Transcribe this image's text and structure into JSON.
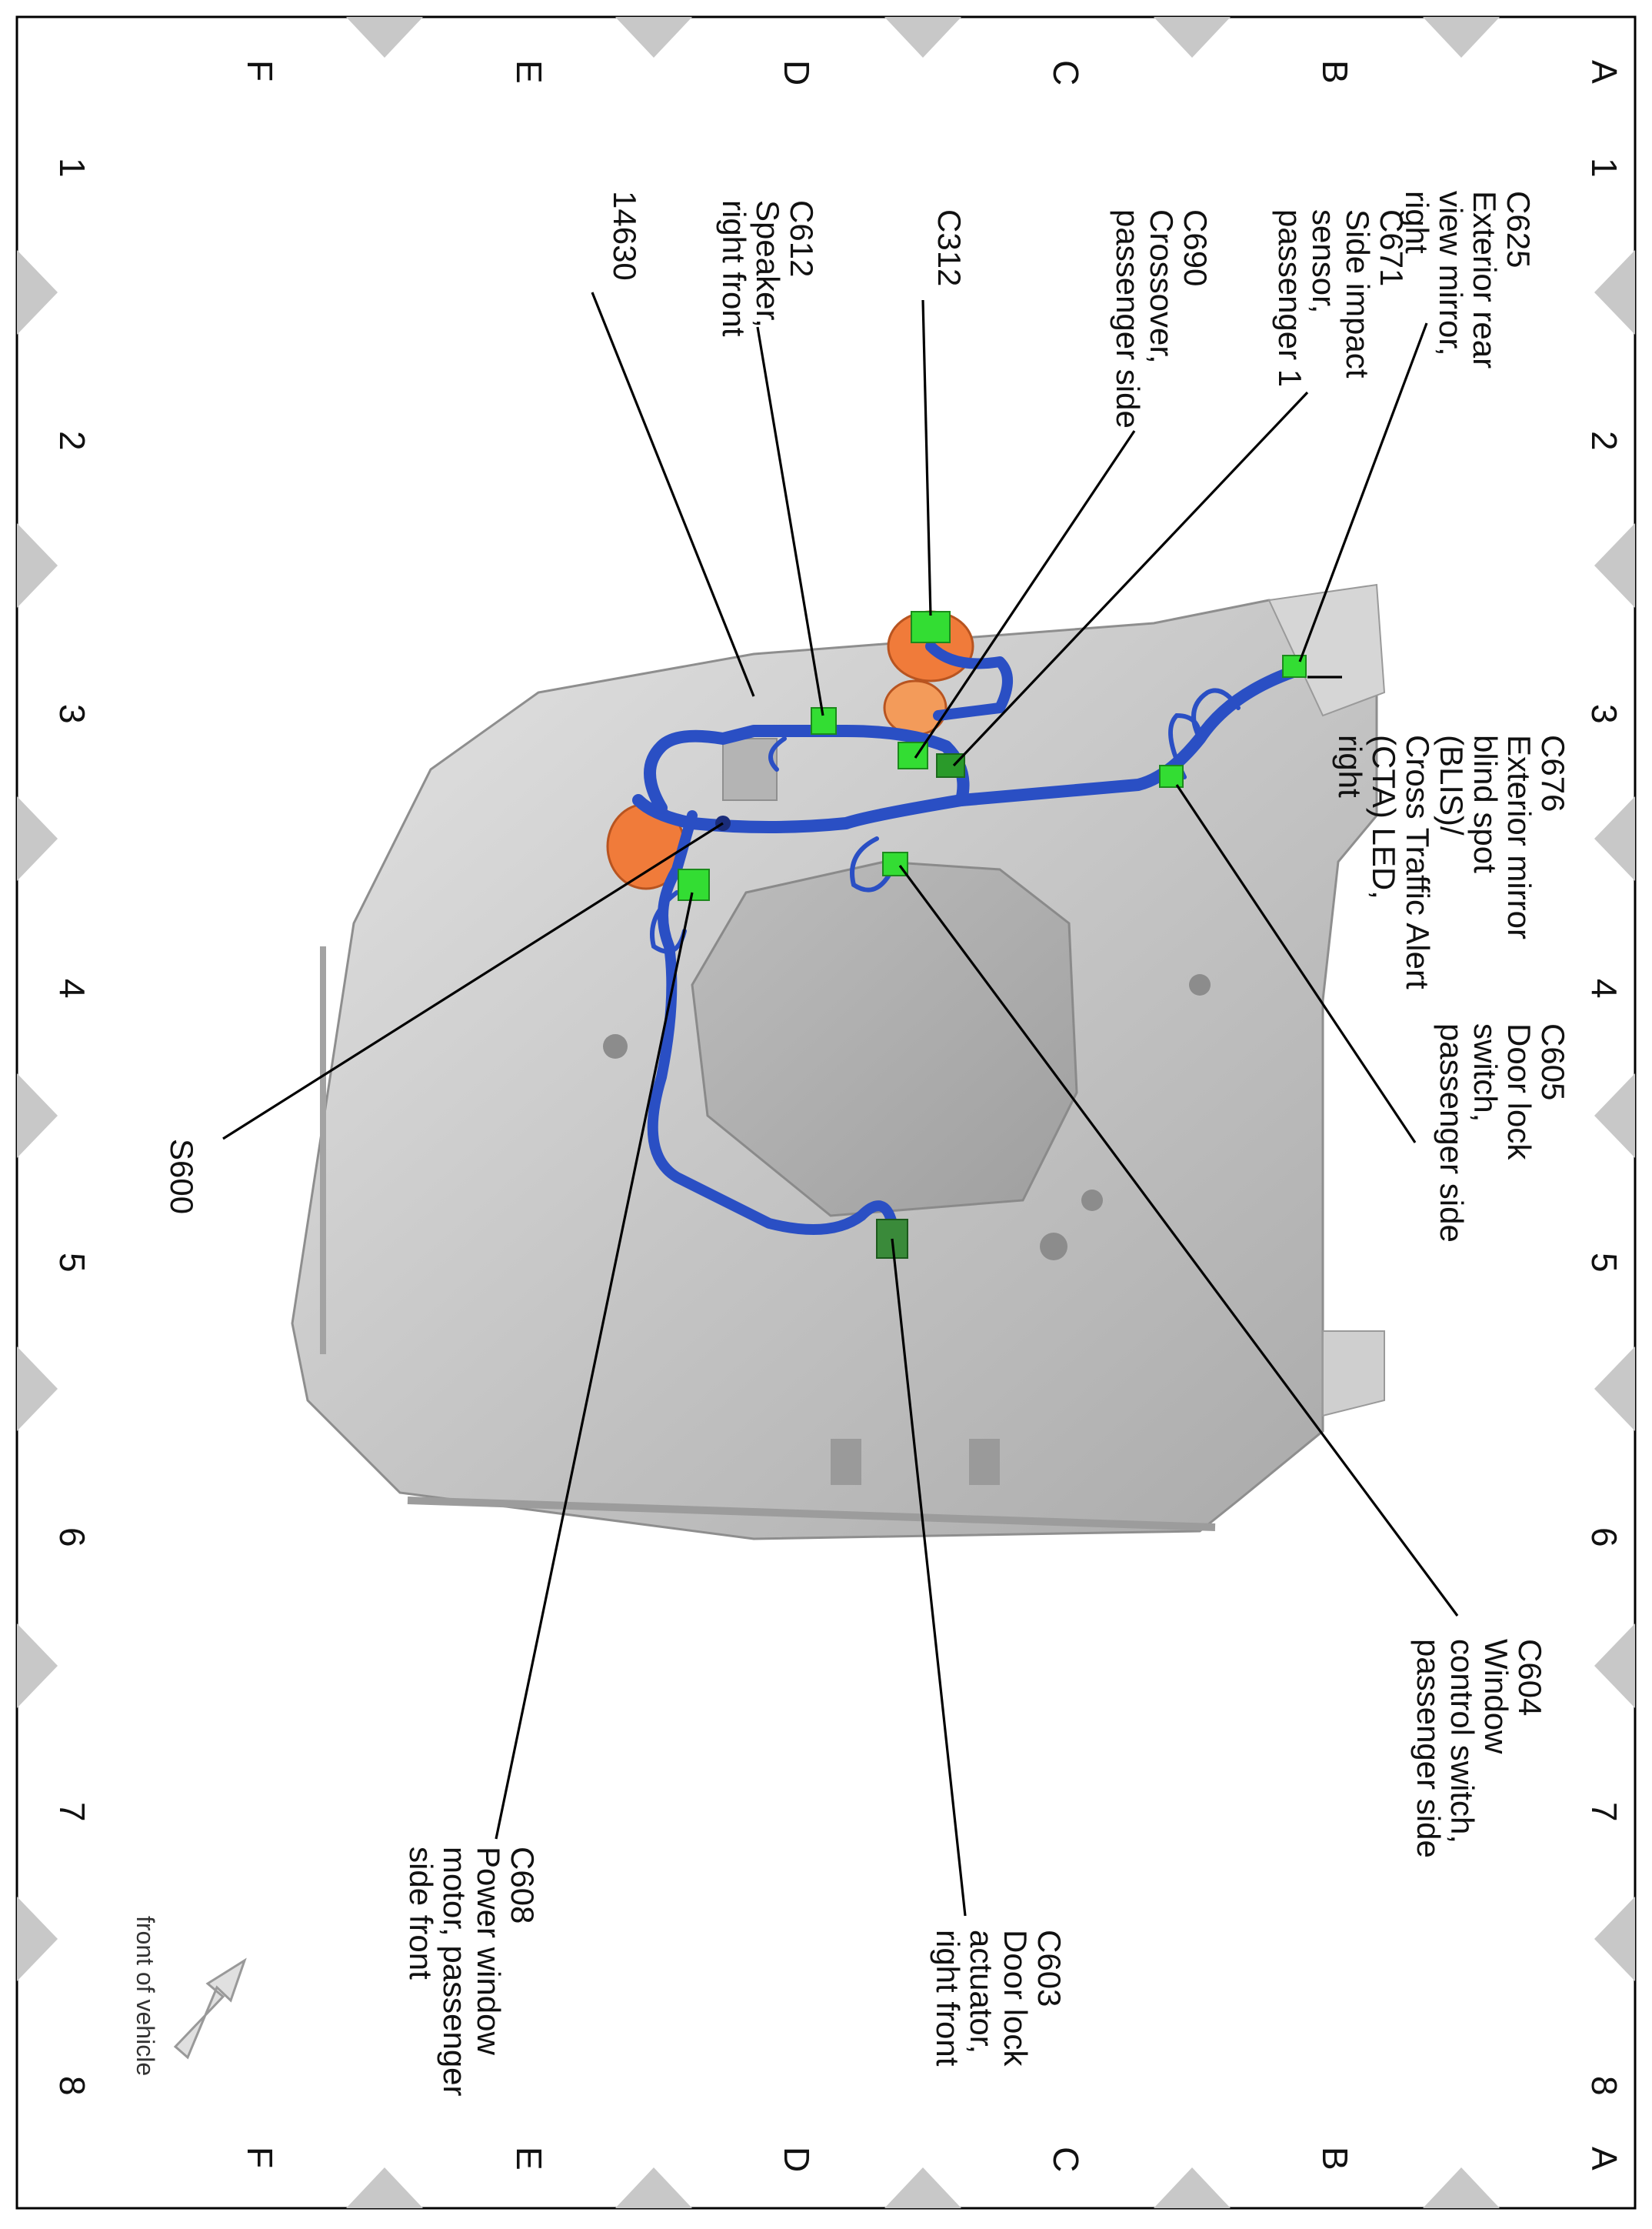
{
  "grid": {
    "rows": [
      "A",
      "B",
      "C",
      "D",
      "E",
      "F"
    ],
    "columns": [
      "1",
      "2",
      "3",
      "4",
      "5",
      "6",
      "7",
      "8"
    ]
  },
  "callouts": {
    "c625": [
      "C625",
      "Exterior rear",
      "view mirror,",
      "right"
    ],
    "c671": [
      "C671",
      "Side impact",
      "sensor,",
      "passenger 1"
    ],
    "c690": [
      "C690",
      "Crossover,",
      "passenger side"
    ],
    "c312": [
      "C312"
    ],
    "c612": [
      "C612",
      "Speaker,",
      "right front"
    ],
    "h14630": [
      "14630"
    ],
    "c676": [
      "C676",
      "Exterior mirror",
      "blind spot",
      "(BLIS)/",
      "Cross Traffic Alert",
      "(CTA) LED,",
      "right"
    ],
    "c605": [
      "C605",
      "Door lock",
      "switch,",
      "passenger side"
    ],
    "s600": [
      "S600"
    ],
    "c604": [
      "C604",
      "Window",
      "control switch,",
      "passenger side"
    ],
    "c603": [
      "C603",
      "Door lock",
      "actuator,",
      "right front"
    ],
    "c608": [
      "C608",
      "Power window",
      "motor, passenger",
      "side front"
    ]
  },
  "orientation": {
    "label": "front of vehicle"
  },
  "colors": {
    "harness": "#2a4fc4",
    "connector": "#33dd33",
    "connector_dark": "#3a8a3a",
    "grommet": "#f07b3a",
    "panel": "#c9c9c9",
    "border_triangle": "#c8c8c8"
  }
}
